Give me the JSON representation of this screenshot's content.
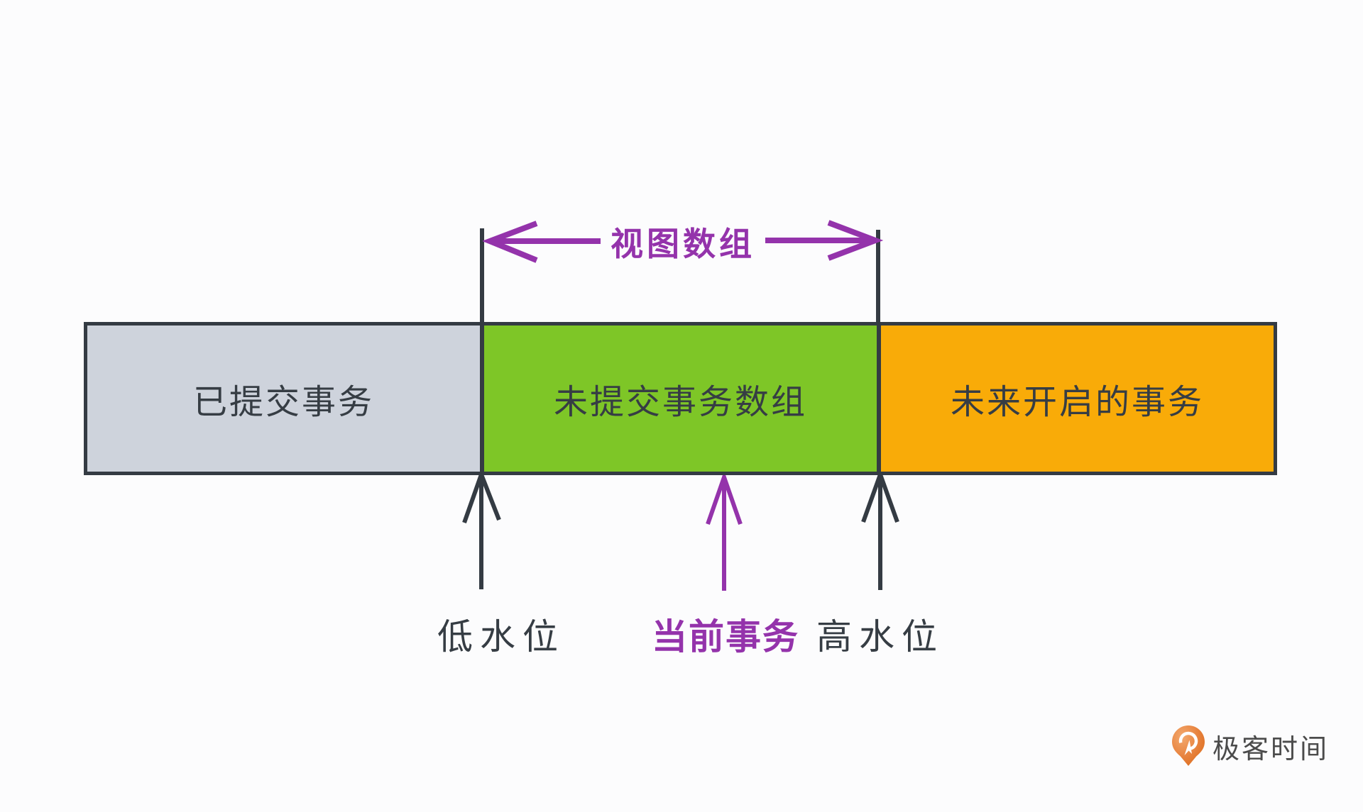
{
  "diagram": {
    "view_array": {
      "label": "视图数组"
    },
    "bar": {
      "segments": [
        {
          "id": "committed",
          "label": "已提交事务"
        },
        {
          "id": "uncommitted",
          "label": "未提交事务数组"
        },
        {
          "id": "future",
          "label": "未来开启的事务"
        }
      ]
    },
    "markers": [
      {
        "id": "low-watermark",
        "label": "低水位"
      },
      {
        "id": "current-transaction",
        "label": "当前事务"
      },
      {
        "id": "high-watermark",
        "label": "高水位"
      }
    ]
  },
  "branding": {
    "name": "极客时间"
  },
  "colors": {
    "background": "#fcfcfd",
    "outline_dark": "#343b43",
    "text_dark": "#363d44",
    "segment_committed": "#ced3dc",
    "segment_uncommitted": "#7ec627",
    "segment_future": "#f9ab08",
    "accent_purple": "#9433ab",
    "logo_text_gray": "#4b4b4b"
  }
}
